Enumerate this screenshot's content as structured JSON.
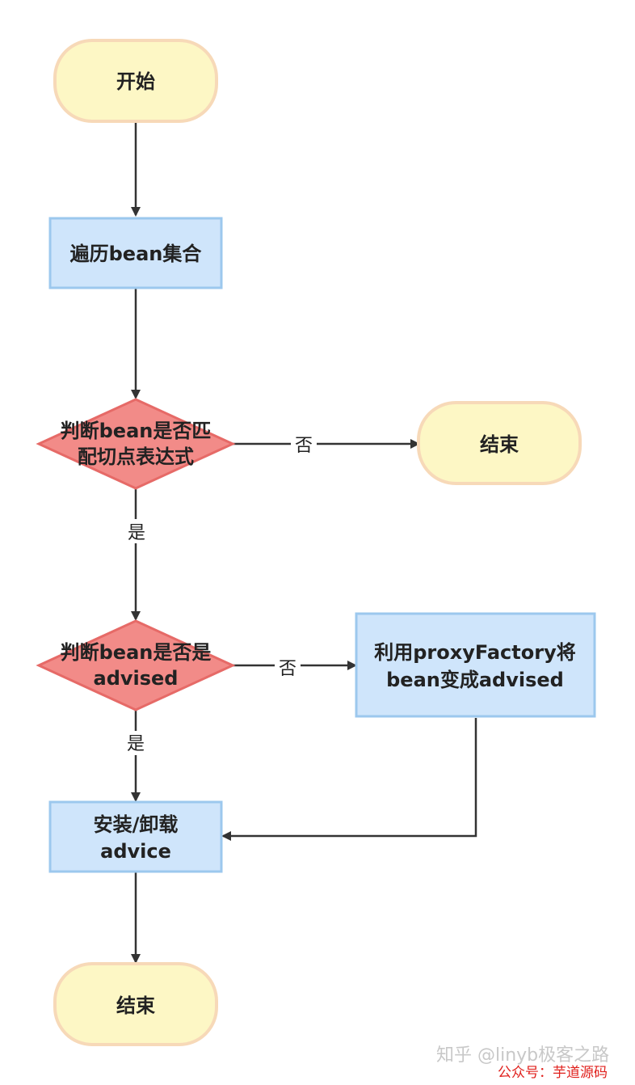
{
  "nodes": {
    "start": "开始",
    "iterate": "遍历bean集合",
    "decision_match": [
      "判断bean是否匹",
      "配切点表达式"
    ],
    "end_right": "结束",
    "decision_advised": [
      "判断bean是否是",
      "advised"
    ],
    "proxy_factory": [
      "利用proxyFactory将",
      "bean变成advised"
    ],
    "install": [
      "安装/卸载",
      "advice"
    ],
    "end_bottom": "结束"
  },
  "edges": {
    "match_no": "否",
    "match_yes": "是",
    "advised_no": "否",
    "advised_yes": "是"
  },
  "watermark": {
    "zhihu": "知乎 @linyb极客之路",
    "wechat": "公众号：芋道源码"
  },
  "colors": {
    "terminal_fill": "#fdf7c5",
    "terminal_stroke": "#f7d9b8",
    "process_fill": "#cfe5fb",
    "process_stroke": "#9cc8ee",
    "decision_fill": "#f28b88",
    "decision_stroke": "#e66a67",
    "line": "#333333",
    "watermark_red": "#e0201c"
  }
}
